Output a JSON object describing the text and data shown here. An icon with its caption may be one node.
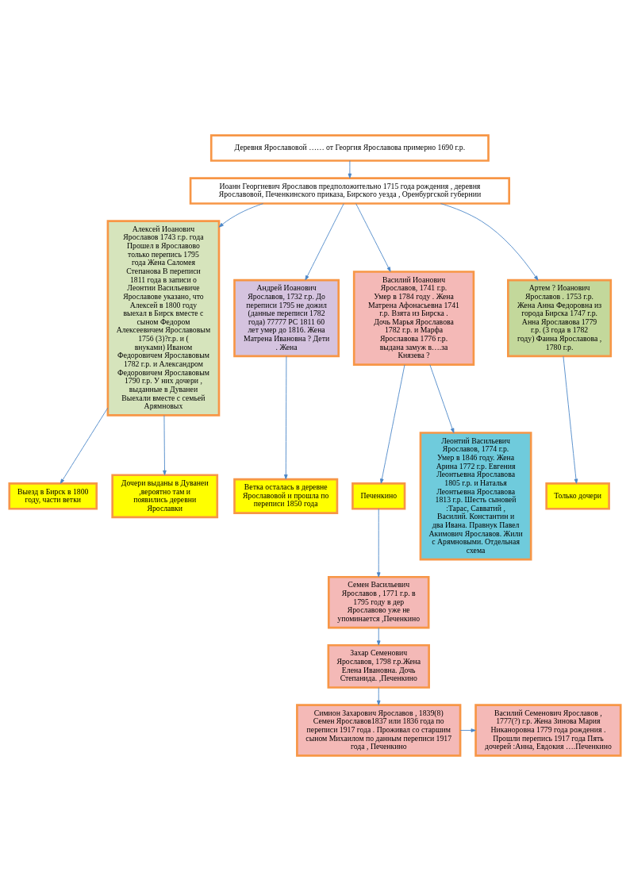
{
  "diagram": {
    "nodes": [
      {
        "text": [
          "Деревня Ярославовой …… от Георгия Ярославова примерно 1690 г.р."
        ]
      },
      {
        "text": [
          "Иоанн Георгиевич Ярославов предположительно 1715 года рождения , деревня Ярославовой, Печенкинского приказа, Бирского уезда , Оренбургской губернии"
        ]
      },
      {
        "text": [
          "Алексей Иоанович Ярославов 1743 г.р. года Прошел в Ярославово только перепись 1795 года Жена Саломея Степанова В переписи 1811 года в записи о Леонтии Васильевиче Ярославове указано, что Алексей в 1800 году выехал в Бирск вместе с сыном Федором Алексеевичем Ярославовым 1756 (3)?г.р. и ( внуками) Иваном Федоровичем Ярославовым 1782 г.р. и Александром Федоровичем Ярославовым 1790 г.р. У них дочери , выданные в Дуванеи Выехали вместе с семьей Арямновых"
        ]
      },
      {
        "text": [
          "Андрей Иоанович Ярославов, 1732 г.р. До переписи 1795 не дожил (данные переписи 1782 года) 77777 РС 1811 60 лет умер до 1816. Жена Матрена Ивановна ? Дети . Жена"
        ]
      },
      {
        "text": [
          "Василий Иоанович Ярославов, 1741 г.р. Умер в 1784 году . Жена Матрена Афонасьевна 1741 г.р. Взята из Бирска . Дочь Марья Ярославова 1782 г.р. и Марфа Ярославова 1776 г.р. выдана замуж в….за Князева ?"
        ]
      },
      {
        "text": [
          "Артем ? Иоанович Ярославов . 1753 г.р. Жена Анна Федоровна из города Бирска 1747 г.р. Анна Ярославова 1779 г.р. (3 года в 1782 году) Фаина Ярославова , 1780 г.р."
        ]
      },
      {
        "text": [
          "Только дочери"
        ]
      },
      {
        "text": [
          "Печенкино"
        ]
      },
      {
        "text": [
          "Леонтий Васильевич Ярославов, 1774 г.р. Умер в 1846 году. Жена Арина 1772 г.р. Евгения Леонтьевна Ярославова 1805 г.р. и Наталья Леонтьевна Ярославова 1813 г.р. Шесть сыновей :Тарас, Савватий , Василий. Константин и два Ивана. Правнук Павел Акимович Ярославов. Жили с Арямновыми. Отдельная схема"
        ]
      },
      {
        "text": [
          "Семен Васильевич Ярославов , 1771 г.р. в 1795 году в дер Ярославово уже не упоминается ,Печенкино"
        ]
      },
      {
        "text": [
          "Захар Семенович Ярославов, 1798 г.р.Жена Елена Ивановна. Дочь Степанида. ,Печенкино"
        ]
      },
      {
        "text": [
          "Выезд в Бирск в 1800 году, части ветки"
        ]
      },
      {
        "text": [
          "Ветка осталась в деревне Ярославовой и прошла по переписи 1850 года"
        ]
      },
      {
        "text": [
          "Дочери выданы в Дуванеи ,вероятно там и появились деревни Ярославки"
        ]
      },
      {
        "text": [
          "Василий Семенович Ярославов , 1777(?) г.р. Жена Зинова Мария Никаноровна 1779 года рождения . Прошли перепись 1917 года Пять дочерей :Анна, Евдокия ….Печенкино"
        ]
      },
      {
        "text": [
          "Симион Захарович Ярославов , 1839(8) Семен Ярославов1837 или 1836 года по переписи 1917 года . Проживал со старшим сыном Михаилом по данным переписи 1917 года , Печенкино"
        ]
      }
    ],
    "edges": [
      {
        "from": 0,
        "to": 1,
        "arrow": "to"
      },
      {
        "from": 1,
        "to": 2,
        "arrow": "to"
      },
      {
        "from": 1,
        "to": 3,
        "arrow": "to"
      },
      {
        "from": 1,
        "to": 4,
        "arrow": "to"
      },
      {
        "from": 1,
        "to": 5,
        "arrow": "to"
      },
      {
        "from": 5,
        "to": 6,
        "arrow": "to"
      },
      {
        "from": 4,
        "to": 7,
        "arrow": "to"
      },
      {
        "from": 4,
        "to": 8,
        "arrow": "to"
      },
      {
        "from": 7,
        "to": 9,
        "arrow": "to"
      },
      {
        "from": 9,
        "to": 10,
        "arrow": "to"
      },
      {
        "from": 10,
        "to": 15,
        "arrow": "to"
      },
      {
        "from": 15,
        "to": 14,
        "arrow": "to"
      },
      {
        "from": 2,
        "to": 11,
        "arrow": "to"
      },
      {
        "from": 2,
        "to": 13,
        "arrow": "to"
      },
      {
        "from": 3,
        "to": 12,
        "arrow": "to"
      }
    ]
  }
}
